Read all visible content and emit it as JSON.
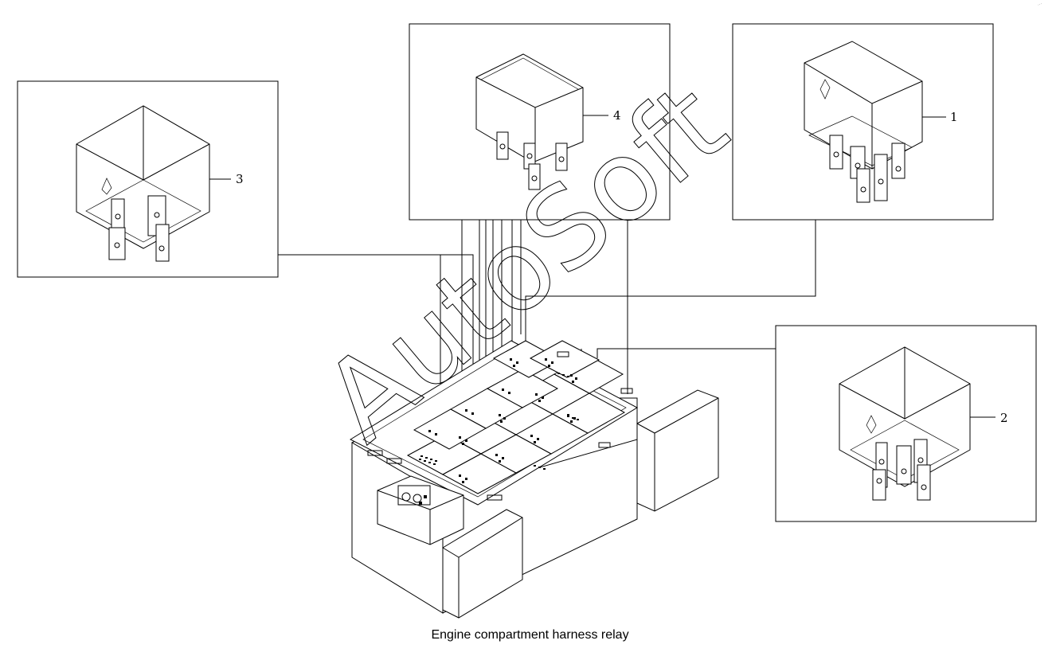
{
  "caption": "Engine compartment harness relay",
  "corner_mark": "···",
  "watermark": "AutoSoft",
  "callouts": [
    {
      "id": "relay-1",
      "number": "1"
    },
    {
      "id": "relay-2",
      "number": "2"
    },
    {
      "id": "relay-3",
      "number": "3"
    },
    {
      "id": "relay-4",
      "number": "4"
    }
  ]
}
